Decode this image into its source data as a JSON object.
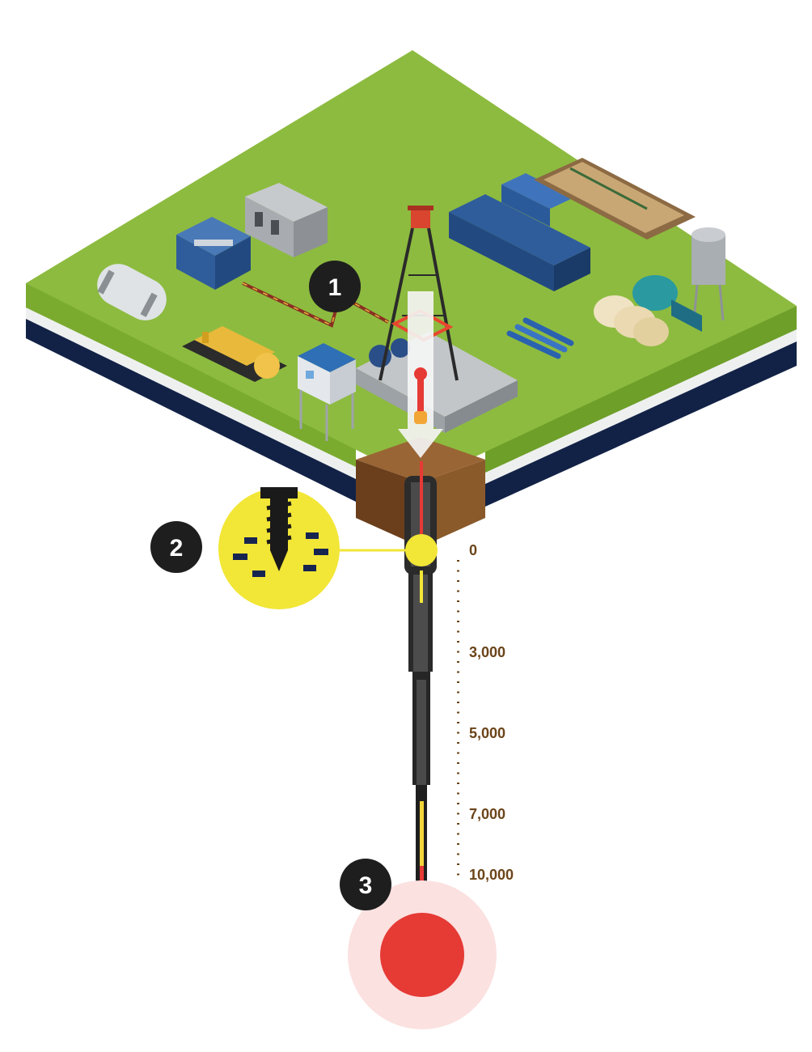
{
  "colors": {
    "grass_top": "#8dbb3f",
    "grass_side": "#7aab2f",
    "white_band": "#eef0f0",
    "navy_band": "#122246",
    "soil": "#7b4a22",
    "well": "#222222",
    "heat": "#e63a35",
    "heat_halo": "#fbe1e0",
    "highlight": "#f2e637",
    "badge": "#1e1e1e",
    "depth_text": "#6b4419"
  },
  "markers": [
    {
      "label": "1",
      "meaning": "surface facility"
    },
    {
      "label": "2",
      "meaning": "drilling"
    },
    {
      "label": "3",
      "meaning": "heat reservoir"
    }
  ],
  "depth_scale": {
    "ticks": [
      "0",
      "3,000",
      "5,000",
      "7,000",
      "10,000"
    ]
  },
  "icons": [
    "screw-drill-icon",
    "arrow-down-icon"
  ]
}
